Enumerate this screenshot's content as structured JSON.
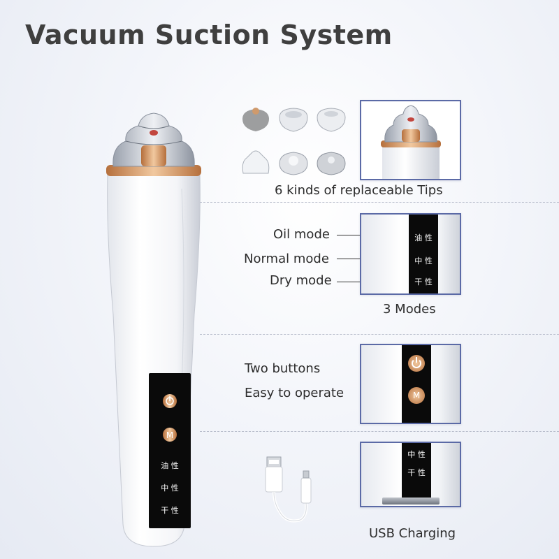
{
  "title": "Vacuum Suction System",
  "device": {
    "power_icon": "power-icon",
    "mode_button_label": "M",
    "modes_cn": [
      "油 性",
      "中 性",
      "干 性"
    ]
  },
  "tips_section": {
    "caption": "6 kinds of replaceable Tips"
  },
  "modes_section": {
    "labels": [
      "Oil mode",
      "Normal mode",
      "Dry mode"
    ],
    "caption": "3 Modes"
  },
  "buttons_section": {
    "line1": "Two buttons",
    "line2": "Easy to operate"
  },
  "usb_section": {
    "caption": "USB Charging"
  },
  "colors": {
    "accent_copper": "#d4915c",
    "frame_border": "#5b6aa6",
    "panel_black": "#0a0a0a"
  }
}
